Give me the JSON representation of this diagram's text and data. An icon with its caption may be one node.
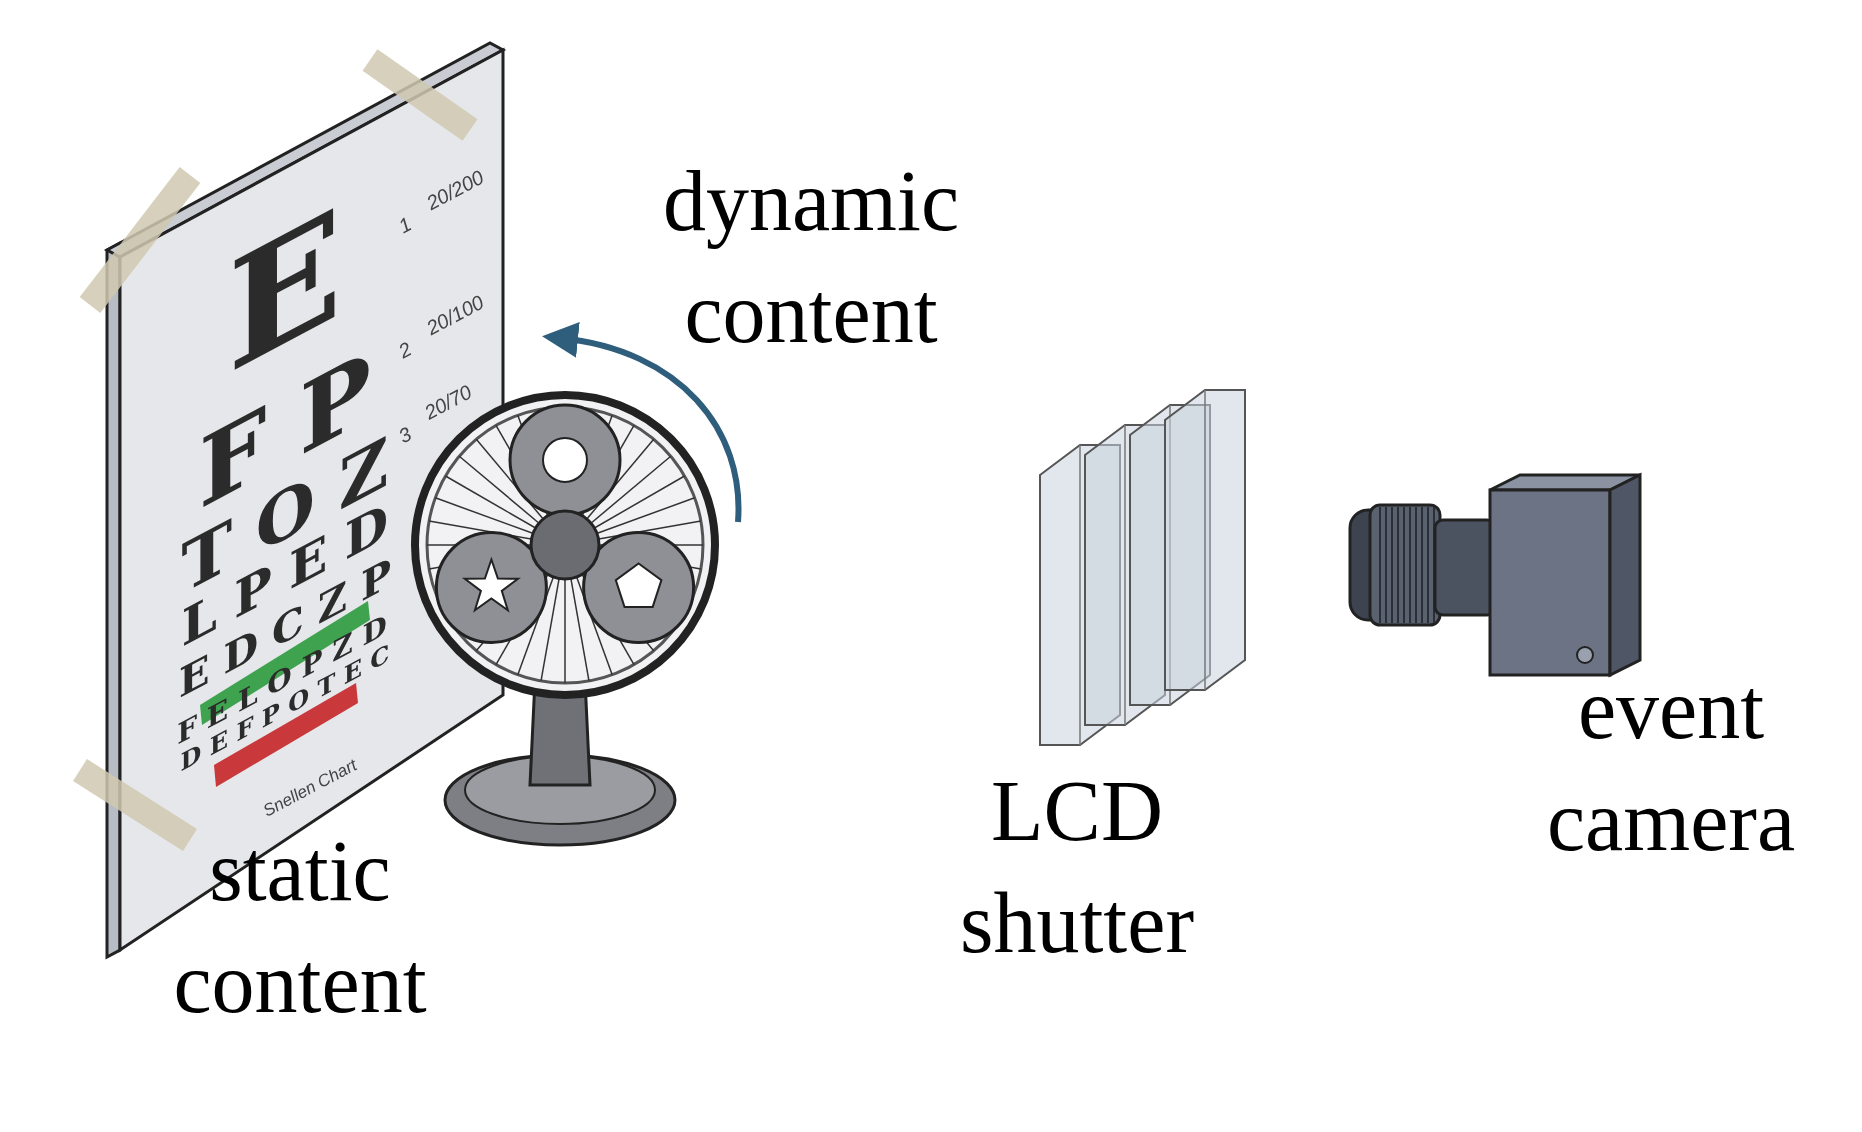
{
  "diagram": {
    "nodes": [
      {
        "text": [
          "static content"
        ]
      },
      {
        "text": [
          "dynamic content"
        ]
      },
      {
        "text": [
          "LCD shutter"
        ]
      },
      {
        "text": [
          "event camera"
        ]
      }
    ],
    "labels": [
      "E",
      "F P",
      "T O Z",
      "L P E D",
      "E D C Z P",
      "F E L O P Z D",
      "D E F P O T E C",
      "1",
      "20/200",
      "2",
      "20/100",
      "3",
      "20/70",
      "Snellen Chart"
    ]
  }
}
